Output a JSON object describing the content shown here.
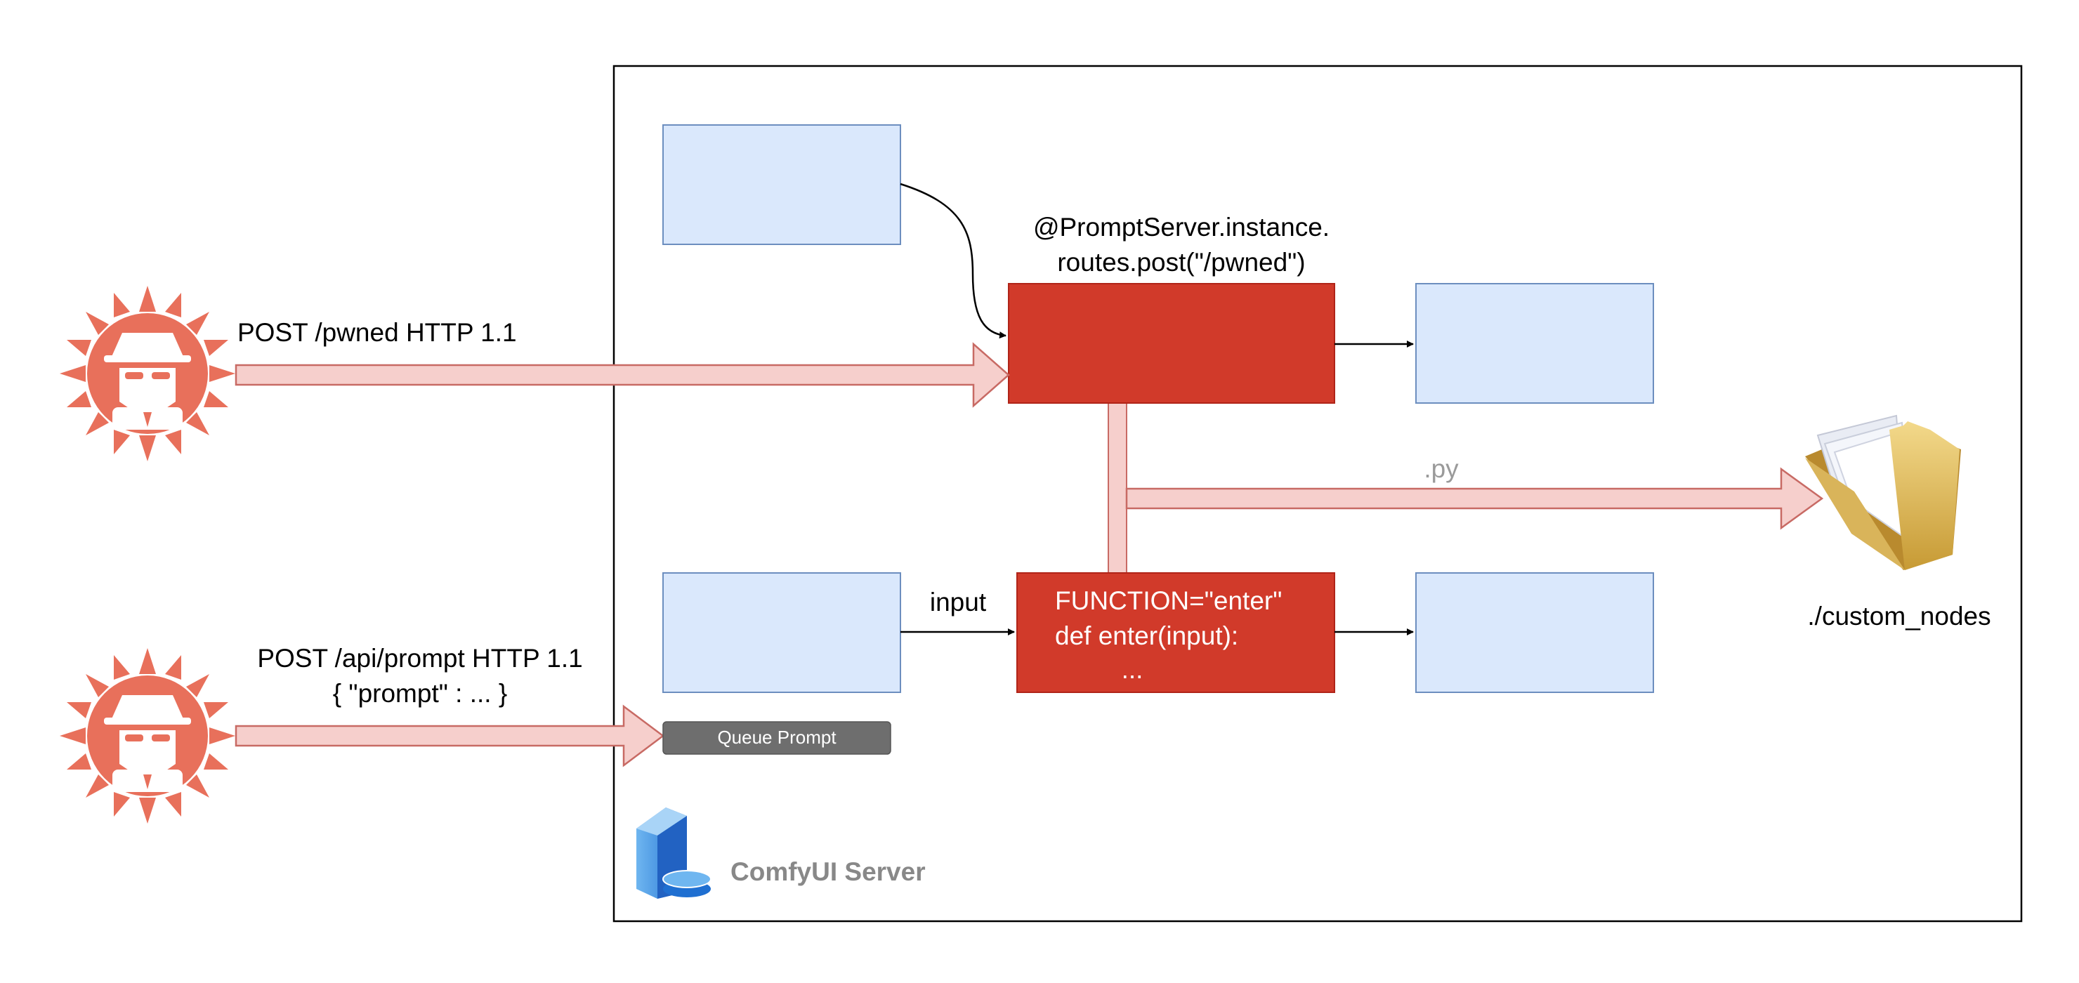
{
  "attackers": [
    {
      "request": "POST /pwned HTTP 1.1",
      "icon": "hacker-icon"
    },
    {
      "request": "POST /api/prompt HTTP 1.1",
      "request_body": "{ \"prompt\" : ... }",
      "icon": "hacker-icon"
    }
  ],
  "route_decorator": {
    "line1": "@PromptServer.instance.",
    "line2": "routes.post(\"/pwned\")"
  },
  "malicious_node": {
    "line1": "FUNCTION=\"enter\"",
    "line2": "def enter(input):",
    "line3": "..."
  },
  "input_label": "input",
  "file_write_label": ".py",
  "folder": {
    "label": "./custom_nodes",
    "icon": "folder-icon"
  },
  "queue_button": {
    "label": "Queue Prompt"
  },
  "server": {
    "label": "ComfyUI Server",
    "icon": "server-icon"
  },
  "colors": {
    "node_fill": "#dae8fc",
    "node_stroke": "#6c8ebf",
    "danger_fill": "#d13a2a",
    "danger_stroke": "#b02418",
    "arrow_fill": "#f6cfcc",
    "arrow_stroke": "#c86a64",
    "hacker": "#e8705b",
    "button": "#6e6e6e",
    "server_label": "#888888"
  }
}
